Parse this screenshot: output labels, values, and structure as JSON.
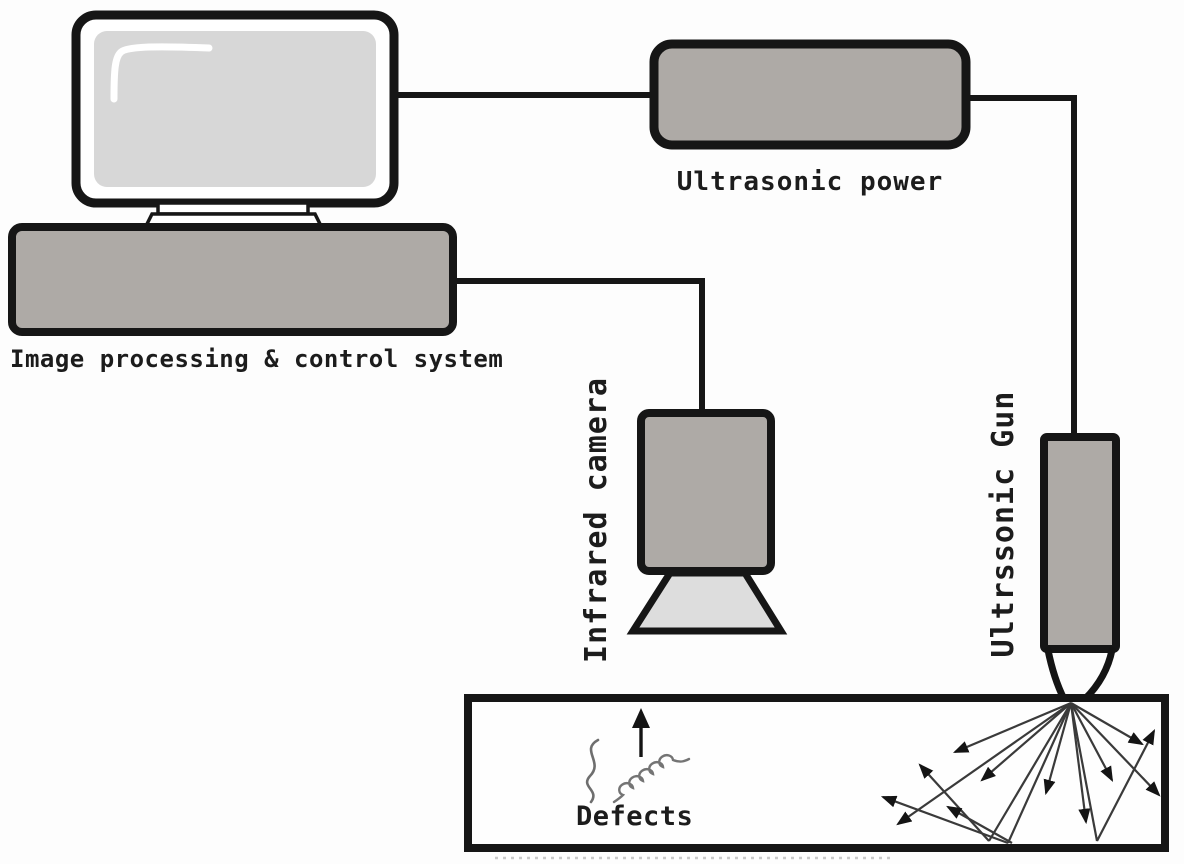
{
  "diagram": {
    "labels": {
      "image_processing": "Image processing & control system",
      "ultrasonic_power": "Ultrasonic power",
      "infrared_camera": "Infrared camera",
      "ultrasonic_gun": "Ultrssonic Gun",
      "defects": "Defects"
    },
    "components": [
      {
        "name": "computer-monitor"
      },
      {
        "name": "image-processing-control-system-box"
      },
      {
        "name": "ultrasonic-power-box"
      },
      {
        "name": "infrared-camera-body-with-lens-cone"
      },
      {
        "name": "ultrasonic-gun-probe"
      },
      {
        "name": "test-specimen-block"
      },
      {
        "name": "defect-wave-marks"
      },
      {
        "name": "ultrasound-scatter-arrows"
      }
    ],
    "colors": {
      "outline": "#161616",
      "box_fill": "#aeaaa6",
      "screen_fill": "#d7d7d7",
      "lens_fill": "#dddddd",
      "specimen_fill": "#fefefe",
      "stand_fill": "#ffffff",
      "arrow_stroke": "#3a3a3a",
      "arrowhead_fill": "#141414",
      "squiggle_stroke": "#6e6e6e",
      "background": "#fdfdfd"
    }
  }
}
